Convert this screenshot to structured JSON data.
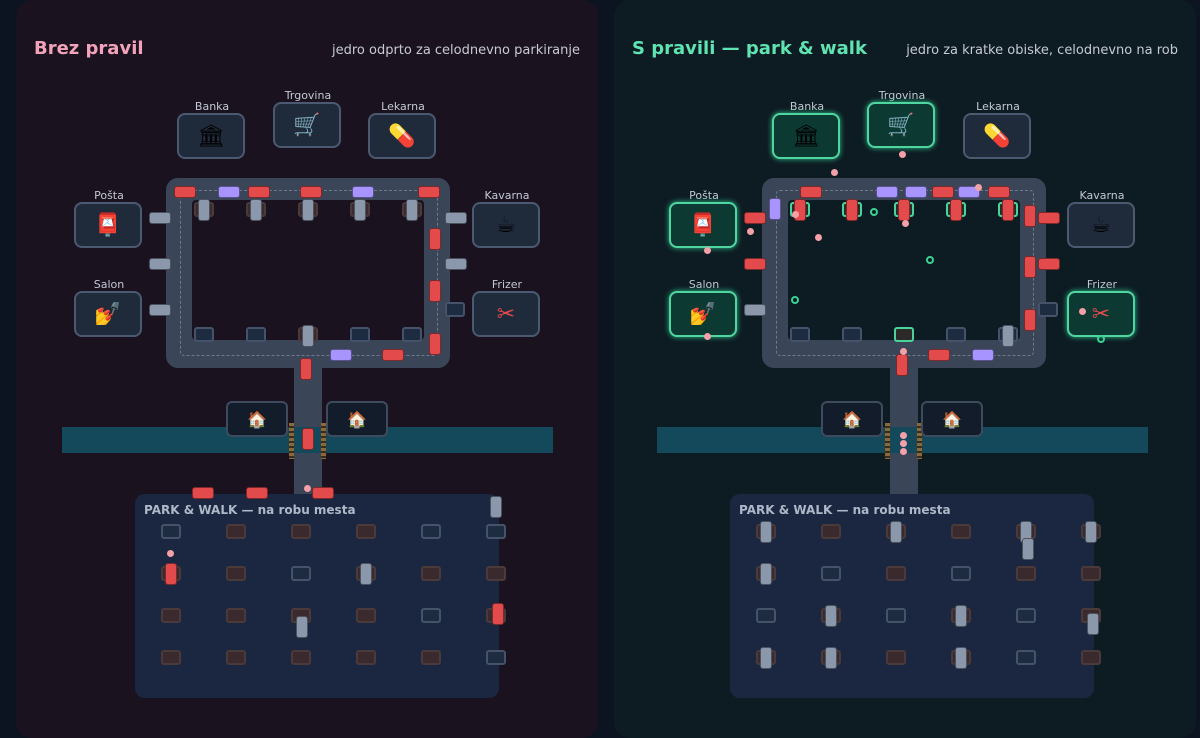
{
  "left": {
    "title": "Brez pravil",
    "subtitle": "jedro odprto za celodnevno parkiranje",
    "lot_label": "PARK & WALK — na robu mesta"
  },
  "right": {
    "title": "S pravili — park & walk",
    "subtitle": "jedro za kratke obiske, celodnevno na rob",
    "lot_label": "PARK & WALK — na robu mesta"
  },
  "buildings": {
    "banka": "Banka",
    "trgovina": "Trgovina",
    "lekarna": "Lekarna",
    "posta": "Pošta",
    "kavarna": "Kavarna",
    "salon": "Salon",
    "frizer": "Frizer"
  },
  "icons": {
    "banka": "🏛",
    "trgovina": "🛒",
    "lekarna": "💊",
    "posta": "📮",
    "kavarna": "☕",
    "salon": "💅",
    "frizer": "✂",
    "house": "🏠"
  },
  "colors": {
    "left_title": "#f3a3b9",
    "right_title": "#5fe3b0",
    "car_red": "#e34a4c",
    "car_purple": "#a794ff",
    "car_parked": "#8b98ab",
    "active_building": "#4fd6a0",
    "river": "#13495a"
  }
}
